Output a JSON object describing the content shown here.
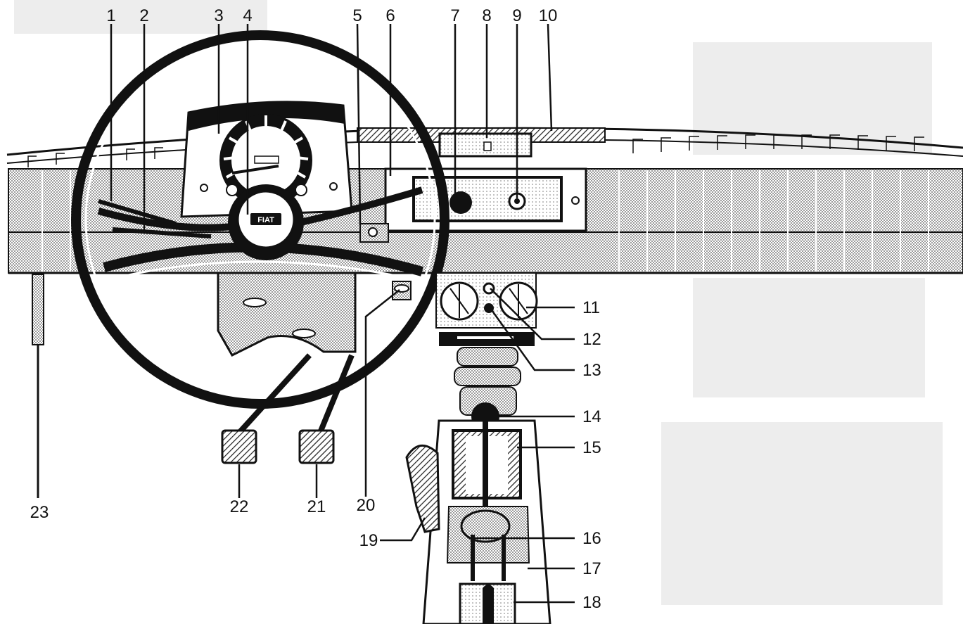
{
  "diagram": {
    "brand_badge": "FIAT",
    "callouts": [
      {
        "id": "1",
        "label": "1"
      },
      {
        "id": "2",
        "label": "2"
      },
      {
        "id": "3",
        "label": "3"
      },
      {
        "id": "4",
        "label": "4"
      },
      {
        "id": "5",
        "label": "5"
      },
      {
        "id": "6",
        "label": "6"
      },
      {
        "id": "7",
        "label": "7"
      },
      {
        "id": "8",
        "label": "8"
      },
      {
        "id": "9",
        "label": "9"
      },
      {
        "id": "10",
        "label": "10"
      },
      {
        "id": "11",
        "label": "11"
      },
      {
        "id": "12",
        "label": "12"
      },
      {
        "id": "13",
        "label": "13"
      },
      {
        "id": "14",
        "label": "14"
      },
      {
        "id": "15",
        "label": "15"
      },
      {
        "id": "16",
        "label": "16"
      },
      {
        "id": "17",
        "label": "17"
      },
      {
        "id": "18",
        "label": "18"
      },
      {
        "id": "19",
        "label": "19"
      },
      {
        "id": "20",
        "label": "20"
      },
      {
        "id": "21",
        "label": "21"
      },
      {
        "id": "22",
        "label": "22"
      },
      {
        "id": "23",
        "label": "23"
      }
    ],
    "colors": {
      "ink": "#111111",
      "paper": "#ffffff",
      "shade": "#bdbdbd",
      "ghost": "#ededed"
    }
  }
}
